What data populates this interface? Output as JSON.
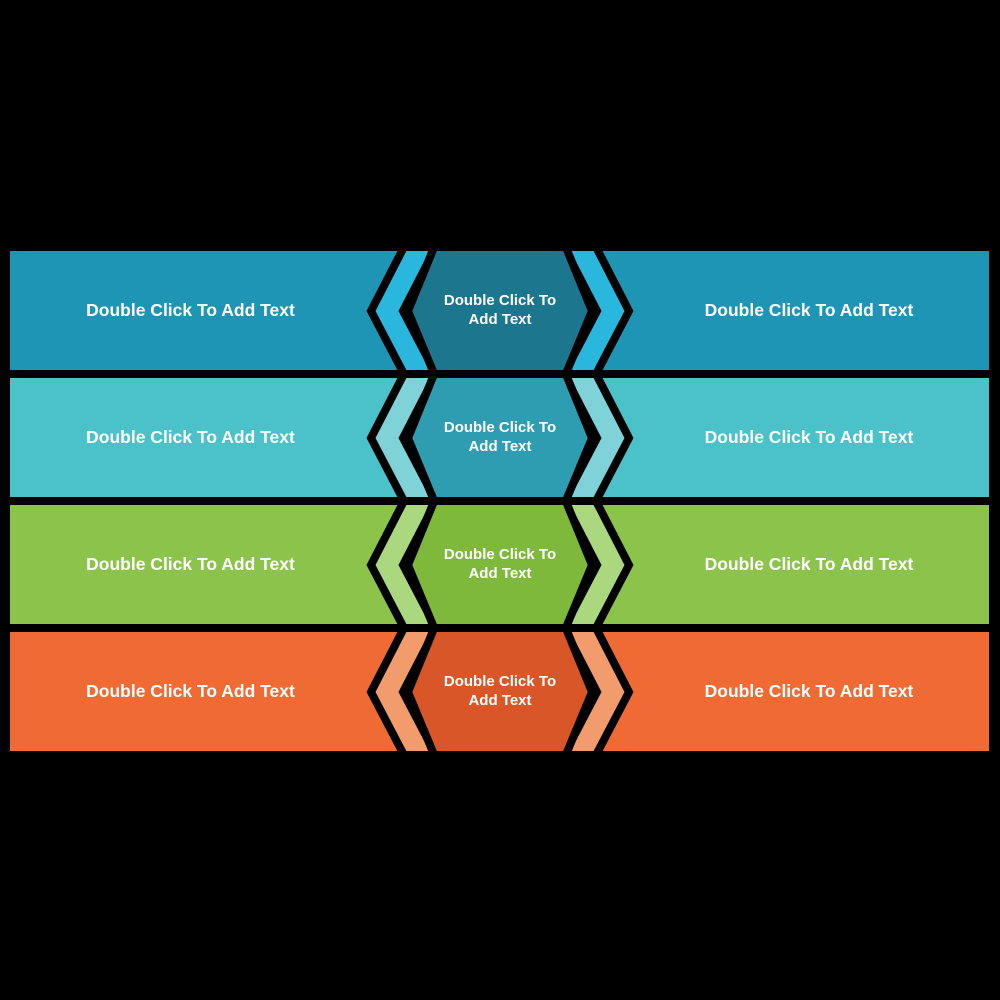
{
  "canvas": {
    "background_color": "#000000",
    "text_color": "#FFFFFF"
  },
  "rows": [
    {
      "left_label": "Double Click To Add Text",
      "right_label": "Double Click To Add Text",
      "hex_line1": "Double Click To",
      "hex_line2": "Add Text",
      "bar_color": "#1E95B5",
      "chevron_color": "#29B7DD",
      "hexagon_color": "#1B768E"
    },
    {
      "left_label": "Double Click To Add Text",
      "right_label": "Double Click To Add Text",
      "hex_line1": "Double Click To",
      "hex_line2": "Add Text",
      "bar_color": "#4BC2CA",
      "chevron_color": "#80D2D9",
      "hexagon_color": "#2E9DB2"
    },
    {
      "left_label": "Double Click To Add Text",
      "right_label": "Double Click To Add Text",
      "hex_line1": "Double Click To",
      "hex_line2": "Add Text",
      "bar_color": "#8CC34B",
      "chevron_color": "#ABD77F",
      "hexagon_color": "#7EB93C"
    },
    {
      "left_label": "Double Click To Add Text",
      "right_label": "Double Click To Add Text",
      "hex_line1": "Double Click To",
      "hex_line2": "Add Text",
      "bar_color": "#F06A33",
      "chevron_color": "#F29C6E",
      "hexagon_color": "#D85627"
    }
  ]
}
